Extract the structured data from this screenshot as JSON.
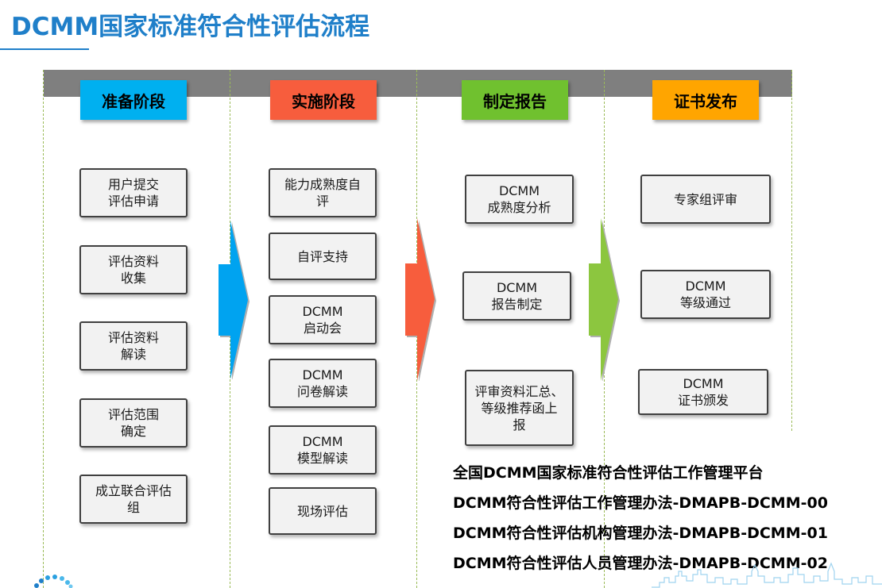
{
  "page": {
    "title": "DCMM国家标准符合性评估流程"
  },
  "stages": [
    {
      "label": "准备阶段",
      "color": "#00b0f0"
    },
    {
      "label": "实施阶段",
      "color": "#f75d3d"
    },
    {
      "label": "制定报告",
      "color": "#70c12f"
    },
    {
      "label": "证书发布",
      "color": "#ffa500"
    }
  ],
  "columns": {
    "prepare": [
      {
        "text": "用户提交\n评估申请"
      },
      {
        "text": "评估资料\n收集"
      },
      {
        "text": "评估资料\n解读"
      },
      {
        "text": "评估范围\n确定"
      },
      {
        "text": "成立联合评估\n组"
      }
    ],
    "implement": [
      {
        "text": "能力成熟度自\n评"
      },
      {
        "text": "自评支持"
      },
      {
        "text": "DCMM\n启动会"
      },
      {
        "text": "DCMM\n问卷解读"
      },
      {
        "text": "DCMM\n模型解读"
      },
      {
        "text": "现场评估"
      }
    ],
    "report": [
      {
        "text": "DCMM\n成熟度分析"
      },
      {
        "text": "DCMM\n报告制定"
      },
      {
        "text": "评审资料汇总、\n等级推荐函上\n报"
      }
    ],
    "certificate": [
      {
        "text": "专家组评审"
      },
      {
        "text": "DCMM\n等级通过"
      },
      {
        "text": "DCMM\n证书颁发"
      }
    ]
  },
  "arrows": [
    {
      "color": "#00a3f0",
      "name": "blue"
    },
    {
      "color": "#f75d3d",
      "name": "red"
    },
    {
      "color": "#8cc63f",
      "name": "green"
    }
  ],
  "documents": [
    "全国DCMM国家标准符合性评估工作管理平台",
    "DCMM符合性评估工作管理办法-DMAPB-DCMM-00",
    "DCMM符合性评估机构管理办法-DMAPB-DCMM-01",
    "DCMM符合性评估人员管理办法-DMAPB-DCMM-02"
  ]
}
